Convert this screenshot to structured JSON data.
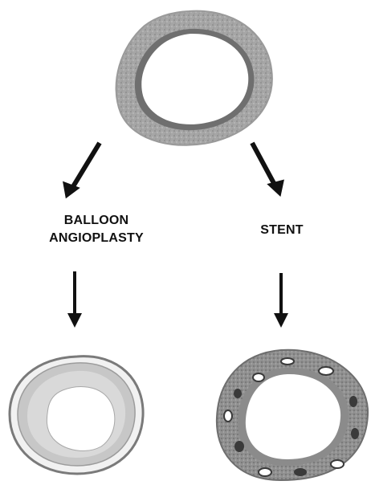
{
  "labels": {
    "balloon_line1": "BALLOON",
    "balloon_line2": "ANGIOPLASTY",
    "stent": "STENT"
  },
  "colors": {
    "ink": "#111111",
    "vessel_wall": "#8a8a8a",
    "vessel_outer": "#bdbdbd",
    "stent_strut": "#3a3a3a",
    "lumen": "#ffffff"
  },
  "figures": {
    "top": "vessel-cross-section",
    "bottom_left": "vessel-cross-section-after-balloon-angioplasty",
    "bottom_right": "vessel-cross-section-with-stent"
  }
}
